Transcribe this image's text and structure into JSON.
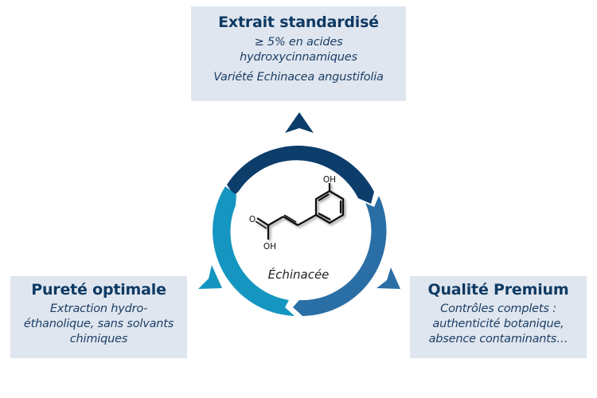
{
  "diagram": {
    "type": "cycle",
    "center": {
      "label": "Échinacée",
      "molecule": "hydroxycinnamic-acid-structure",
      "atoms": {
        "top": "OH",
        "carbonyl": "O",
        "acid": "OH"
      }
    },
    "colors": {
      "segment_top": "#0c3d6b",
      "segment_right": "#2a6ea6",
      "segment_left": "#1496c0",
      "box_bg": "#dfe6ef",
      "title_text": "#0f3a63",
      "body_text": "#1d3f66"
    },
    "nodes": [
      {
        "id": "top",
        "title": "Extrait standardisé",
        "lines": [
          "≥ 5% en acides",
          "hydroxycinnamiques",
          "Variété Echinacea angustifolia"
        ]
      },
      {
        "id": "right",
        "title": "Qualité Premium",
        "lines": [
          "Contrôles complets :",
          "authenticité botanique,",
          "absence contaminants…"
        ]
      },
      {
        "id": "left",
        "title": "Pureté optimale",
        "lines": [
          "Extraction hydro-",
          "éthanolique, sans solvants",
          "chimiques"
        ]
      }
    ]
  }
}
